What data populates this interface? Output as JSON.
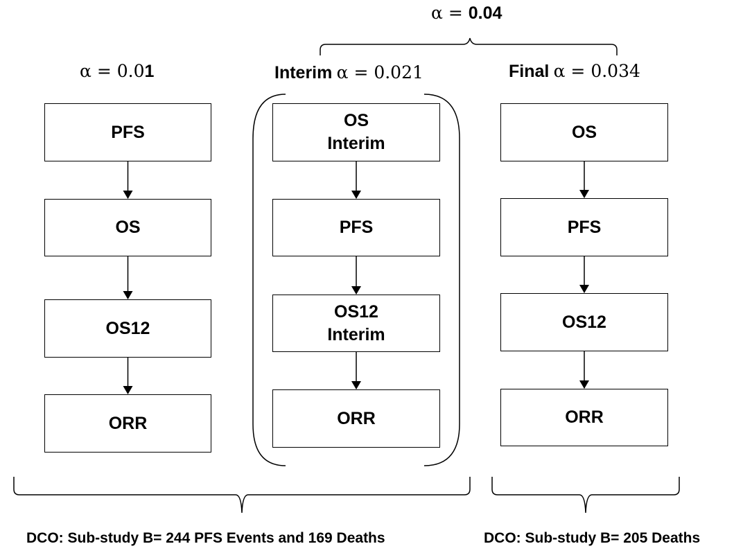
{
  "top_alpha": {
    "symbol": "α",
    "eq": " = ",
    "value": "0.04"
  },
  "columns": [
    {
      "heading": {
        "prefix": "",
        "alpha": "α = 0.0",
        "alpha_bold_tail": "1"
      },
      "boxes": [
        [
          "PFS"
        ],
        [
          "OS"
        ],
        [
          "OS12"
        ],
        [
          "ORR"
        ]
      ]
    },
    {
      "heading": {
        "prefix": "Interim",
        "alpha": "α = 0.021",
        "alpha_bold_tail": ""
      },
      "boxes": [
        [
          "OS",
          "Interim"
        ],
        [
          "PFS"
        ],
        [
          "OS12",
          "Interim"
        ],
        [
          "ORR"
        ]
      ]
    },
    {
      "heading": {
        "prefix": "Final",
        "alpha": "α = 0.034",
        "alpha_bold_tail": ""
      },
      "boxes": [
        [
          "OS"
        ],
        [
          "PFS"
        ],
        [
          "OS12"
        ],
        [
          "ORR"
        ]
      ]
    }
  ],
  "footer_left": "DCO: Sub-study B= 244 PFS Events and 169 Deaths",
  "footer_right": "DCO: Sub-study B= 205 Deaths"
}
